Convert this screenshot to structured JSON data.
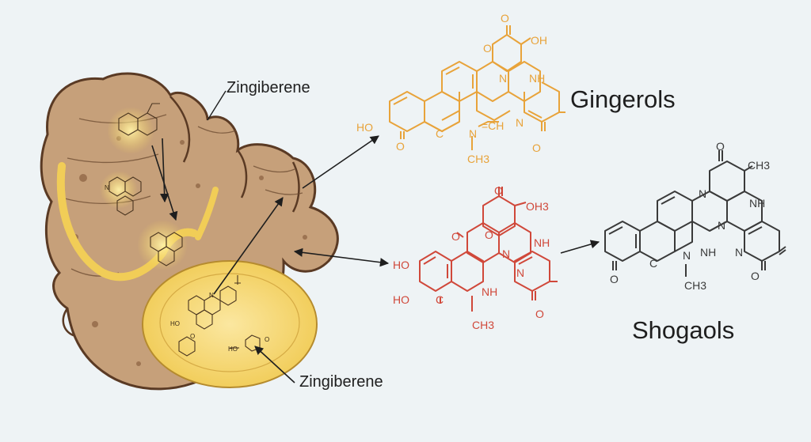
{
  "labels": {
    "zingiberene_top": "Zingiberene",
    "zingiberene_bottom": "Zingiberene",
    "gingerols": "Gingerols",
    "shogaols": "Shogaols"
  },
  "colors": {
    "background": "#eef3f5",
    "rhizome_skin": "#c6a07a",
    "rhizome_outline": "#5a3a24",
    "rhizome_core": "#f3d26a",
    "gingerols_structure": "#e8a33a",
    "shogaols_red_structure": "#d0483a",
    "shogaols_gray_structure": "#3a3a3a"
  },
  "structures": {
    "gingerols": {
      "atoms": [
        "O",
        "OH",
        "O",
        "N",
        "NH",
        "HO",
        "C",
        "N",
        "=CH",
        "N",
        "O",
        "O",
        "CH3"
      ]
    },
    "red": {
      "atoms": [
        "O",
        "O",
        "OH3",
        "O",
        "N",
        "NH",
        "HO",
        "HO",
        "C",
        "N",
        "NH",
        "O",
        "CH3"
      ]
    },
    "shogaols": {
      "atoms": [
        "O",
        "CH3",
        "N",
        "NH",
        "N",
        "O",
        "C",
        "N",
        "NH",
        "N",
        "O",
        "CH3"
      ]
    },
    "inner": {
      "atoms": [
        "N",
        "HO",
        "O",
        "N",
        "HO",
        "O"
      ]
    }
  }
}
